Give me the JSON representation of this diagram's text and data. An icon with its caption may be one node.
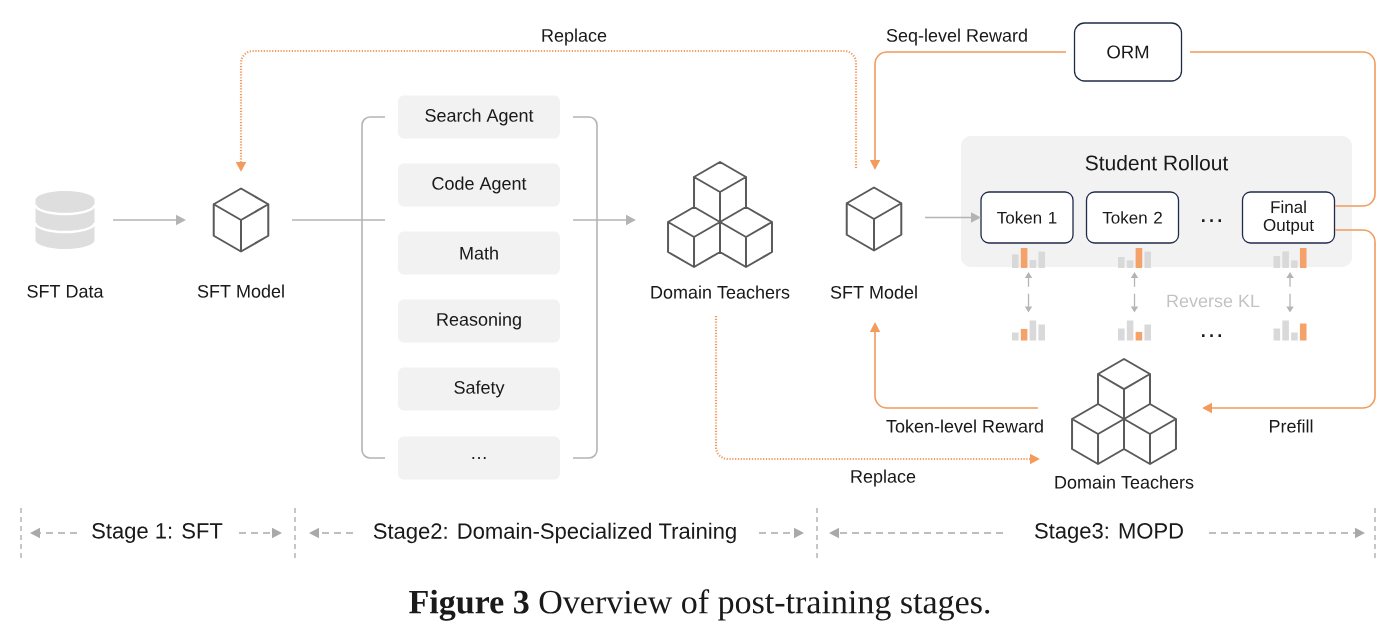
{
  "diagram": {
    "caption": "**Figure 3** Overview of post-training stages.",
    "nodes": [
      {
        "text": [
          "SFT Data"
        ]
      },
      {
        "text": [
          "SFT Model"
        ]
      },
      {
        "text": [],
        "shape": "bracket"
      },
      {
        "text": [
          "Search Agent"
        ]
      },
      {
        "text": [
          "Code Agent"
        ]
      },
      {
        "text": [
          "Math"
        ]
      },
      {
        "text": [
          "Reasoning"
        ]
      },
      {
        "text": [
          "Safety"
        ]
      },
      {
        "text": [
          "…"
        ]
      },
      {
        "text": [],
        "shape": "bracket"
      },
      {
        "text": [
          "Domain Teachers"
        ]
      },
      {
        "text": [
          "SFT Model"
        ]
      },
      {
        "text": [
          "ORM"
        ]
      },
      {
        "text": [
          "Student Rollout"
        ]
      },
      {
        "text": [
          "Token 1"
        ],
        "in": 13
      },
      {
        "text": [
          "Token 2"
        ],
        "in": 13
      },
      {
        "text": [
          "Final Output"
        ],
        "in": 13
      },
      {
        "text": [],
        "shape": "bar",
        "in": 13
      },
      {
        "text": [],
        "shape": "bar",
        "in": 13
      },
      {
        "text": [],
        "shape": "bar",
        "in": 13
      },
      {
        "text": [],
        "shape": "bar"
      },
      {
        "text": [],
        "shape": "bar"
      },
      {
        "text": [],
        "shape": "bar"
      },
      {
        "text": [
          "Domain Teachers"
        ]
      }
    ],
    "edges": [
      {
        "from": 0,
        "to": 1,
        "arrow": "to"
      },
      {
        "from": 1,
        "to": 2,
        "arrow": "none"
      },
      {
        "from": 9,
        "to": 10,
        "arrow": "to"
      },
      {
        "from": 11,
        "to": 1,
        "arrow": "to",
        "label": "Replace",
        "style": "dashed",
        "color": "#f29b5c"
      },
      {
        "from": 10,
        "to": 23,
        "arrow": "to",
        "label": "Replace",
        "style": "dashed",
        "color": "#f29b5c"
      },
      {
        "from": 11,
        "to": 14,
        "arrow": "to"
      },
      {
        "from": 16,
        "to": 12,
        "arrow": "none",
        "color": "#f29b5c"
      },
      {
        "from": 12,
        "to": 11,
        "arrow": "to",
        "label": "Seq-level Reward",
        "color": "#f29b5c"
      },
      {
        "from": 16,
        "to": 23,
        "arrow": "to",
        "label": "Prefill",
        "color": "#f29b5c"
      },
      {
        "from": 23,
        "to": 11,
        "arrow": "to",
        "label": "Token-level Reward",
        "color": "#f29b5c"
      },
      {
        "from": 17,
        "to": 20,
        "arrow": "both",
        "style": "dashed"
      },
      {
        "from": 18,
        "to": 21,
        "arrow": "both",
        "style": "dashed"
      },
      {
        "from": 19,
        "to": 22,
        "arrow": "both",
        "style": "dashed"
      }
    ],
    "labels": [
      "…",
      "Reverse KL",
      "…",
      "Stage 1: SFT",
      "Stage2: Domain-Specialized Training",
      "Stage3: MOPD"
    ]
  }
}
